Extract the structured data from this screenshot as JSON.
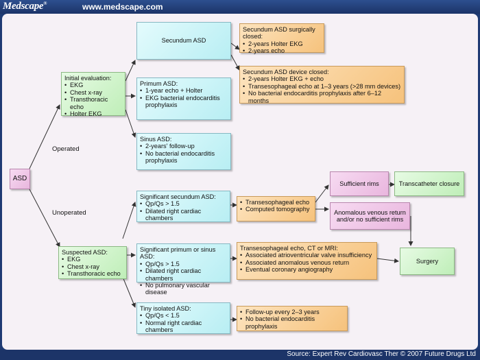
{
  "header": {
    "logo": "Medscape",
    "logo_mark": "®",
    "url": "www.medscape.com"
  },
  "footer": {
    "source": "Source: Expert Rev Cardiovasc Ther © 2007 Future Drugs Ltd"
  },
  "diagram": {
    "root": "ASD",
    "branch_labels": {
      "operated": "Operated",
      "unoperated": "Unoperated"
    },
    "initial": {
      "title": "Initial evaluation:",
      "items": [
        "EKG",
        "Chest x-ray",
        "Transthoracic echo",
        "Holter EKG"
      ]
    },
    "suspected": {
      "title": "Suspected ASD:",
      "items": [
        "EKG",
        "Chest x-ray",
        "Transthoracic echo"
      ]
    },
    "secundum": {
      "title": "Secundum ASD"
    },
    "primum": {
      "title": "Primum ASD:",
      "items": [
        "1-year echo + Holter",
        "EKG bacterial endocarditis prophylaxis"
      ]
    },
    "sinus": {
      "title": "Sinus ASD:",
      "items": [
        "2-years' follow-up",
        "No bacterial endocarditis prophylaxis"
      ]
    },
    "surg_closed": {
      "title": "Secundum ASD surgically closed:",
      "items": [
        "2-years Holter EKG",
        "2-years echo"
      ]
    },
    "device_closed": {
      "title": "Secundum ASD device closed:",
      "items": [
        "2-years Holter EKG + echo",
        "Transesophageal echo at 1–3 years (>28 mm devices)",
        "No bacterial endocarditis prophylaxis after 6–12 months"
      ]
    },
    "sig_secundum": {
      "title": "Significant secundum ASD:",
      "items": [
        "Qp/Qs > 1.5",
        "Dilated right cardiac chambers"
      ]
    },
    "sig_primum": {
      "title": "Significant primum or sinus ASD:",
      "items": [
        "Qp/Qs > 1.5",
        "Dilated right cardiac chambers",
        "No pulmonary vascular disease"
      ]
    },
    "tiny": {
      "title": "Tiny isolated ASD:",
      "items": [
        "Qp/Qs < 1.5",
        "Normal right cardiac chambers"
      ]
    },
    "tee_ct": {
      "items": [
        "Transesophageal echo",
        "Computed tomography"
      ]
    },
    "tee_ct_mri": {
      "title": "Transesophageal echo, CT or MRI:",
      "items": [
        "Associated atrioventricular valve insufficiency",
        "Associated anomalous venous return",
        "Eventual coronary angiography"
      ]
    },
    "followup": {
      "items": [
        "Follow-up every 2–3 years",
        "No bacterial endocarditis prophylaxis"
      ]
    },
    "sufficient_rims": "Sufficient rims",
    "transcatheter": "Transcatheter closure",
    "anomalous": "Anomalous venous return and/or no sufficient rims",
    "surgery": "Surgery"
  }
}
